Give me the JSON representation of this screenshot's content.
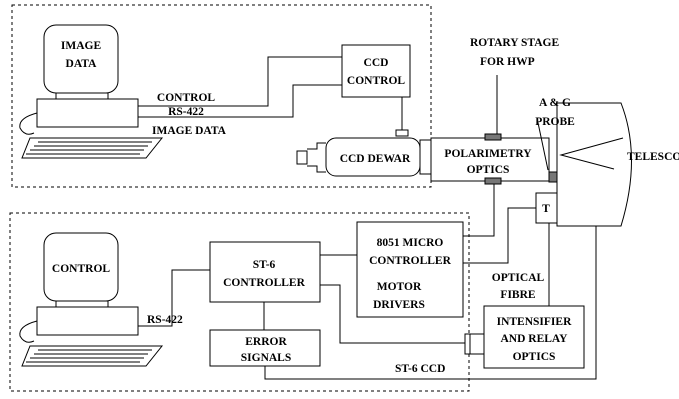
{
  "labels": {
    "image_data_monitor": [
      "IMAGE",
      "DATA"
    ],
    "control_link": "CONTROL",
    "rs422_top": "RS-422",
    "image_data_link": "IMAGE DATA",
    "ccd_control": [
      "CCD",
      "CONTROL"
    ],
    "ccd_dewar": "CCD DEWAR",
    "rotary_stage": [
      "ROTARY STAGE",
      "FOR HWP"
    ],
    "ag_probe": [
      "A & G",
      "PROBE"
    ],
    "polarimetry_optics": [
      "POLARIMETRY",
      "OPTICS"
    ],
    "telescope": "TELESCOPE",
    "t_box": "T",
    "control_monitor": "CONTROL",
    "st6_controller": [
      "ST-6",
      "CONTROLLER"
    ],
    "micro_controller": [
      "8051 MICRO",
      "CONTROLLER"
    ],
    "motor_drivers": [
      "MOTOR",
      "DRIVERS"
    ],
    "optical_fibre": [
      "OPTICAL",
      "FIBRE"
    ],
    "rs422_bottom": "RS-422",
    "error_signals": [
      "ERROR",
      "SIGNALS"
    ],
    "intensifier": [
      "INTENSIFIER",
      "AND RELAY",
      "OPTICS"
    ],
    "st6_ccd": "ST-6 CCD"
  }
}
